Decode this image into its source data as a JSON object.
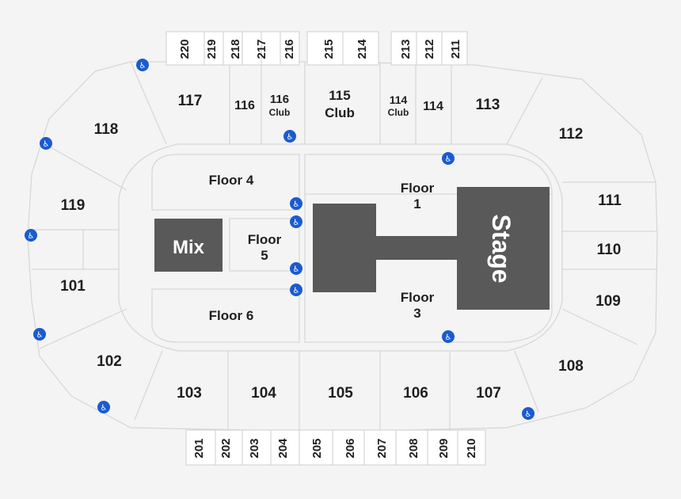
{
  "stage_label": "Stage",
  "mix_label": "Mix",
  "colors": {
    "background": "#f4f4f4",
    "lines": "#d6d6d6",
    "stage_fill": "#595959",
    "accessible_icon": "#1a5bd0",
    "text": "#1f1f1f"
  },
  "floor_sections": [
    {
      "id": "floor-4",
      "lines": [
        "Floor 4"
      ]
    },
    {
      "id": "floor-1",
      "lines": [
        "Floor",
        "1"
      ]
    },
    {
      "id": "floor-5",
      "lines": [
        "Floor",
        "5"
      ]
    },
    {
      "id": "floor-3",
      "lines": [
        "Floor",
        "3"
      ]
    },
    {
      "id": "floor-6",
      "lines": [
        "Floor 6"
      ]
    }
  ],
  "lower_sections": [
    {
      "id": "117",
      "lines": [
        "117"
      ]
    },
    {
      "id": "116",
      "lines": [
        "116"
      ]
    },
    {
      "id": "116-club",
      "lines": [
        "116",
        "Club"
      ]
    },
    {
      "id": "115-club",
      "lines": [
        "115",
        "Club"
      ]
    },
    {
      "id": "114-club",
      "lines": [
        "114",
        "Club"
      ]
    },
    {
      "id": "114",
      "lines": [
        "114"
      ]
    },
    {
      "id": "113",
      "lines": [
        "113"
      ]
    },
    {
      "id": "118",
      "lines": [
        "118"
      ]
    },
    {
      "id": "112",
      "lines": [
        "112"
      ]
    },
    {
      "id": "119",
      "lines": [
        "119"
      ]
    },
    {
      "id": "111",
      "lines": [
        "111"
      ]
    },
    {
      "id": "110",
      "lines": [
        "110"
      ]
    },
    {
      "id": "101",
      "lines": [
        "101"
      ]
    },
    {
      "id": "109",
      "lines": [
        "109"
      ]
    },
    {
      "id": "102",
      "lines": [
        "102"
      ]
    },
    {
      "id": "108",
      "lines": [
        "108"
      ]
    },
    {
      "id": "103",
      "lines": [
        "103"
      ]
    },
    {
      "id": "104",
      "lines": [
        "104"
      ]
    },
    {
      "id": "105",
      "lines": [
        "105"
      ]
    },
    {
      "id": "106",
      "lines": [
        "106"
      ]
    },
    {
      "id": "107",
      "lines": [
        "107"
      ]
    }
  ],
  "upper_top_sections": [
    "220",
    "219",
    "218",
    "217",
    "216",
    "215",
    "214",
    "213",
    "212",
    "211"
  ],
  "upper_bottom_sections": [
    "201",
    "202",
    "203",
    "204",
    "205",
    "206",
    "207",
    "208",
    "209",
    "210"
  ],
  "accessible_icon": "wheelchair-icon"
}
